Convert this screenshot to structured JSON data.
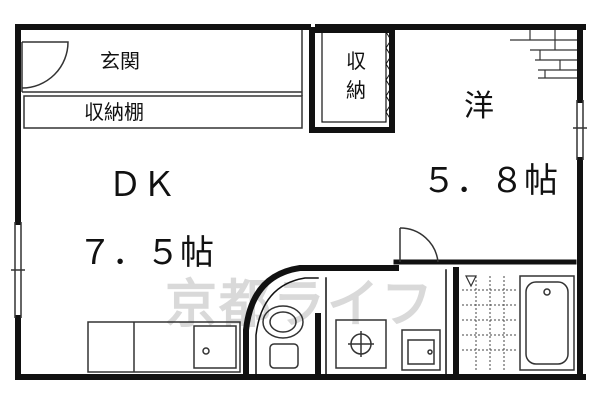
{
  "rooms": {
    "entrance": {
      "label": "玄関"
    },
    "shelf": {
      "label": "収納棚"
    },
    "closet": {
      "label_line1": "収",
      "label_line2": "納"
    },
    "western": {
      "label": "洋",
      "size": "５．８帖"
    },
    "dk": {
      "label": "ＤＫ",
      "size": "７．５帖"
    }
  },
  "watermark": {
    "text": "京都ライフ"
  },
  "colors": {
    "wall": "#111111",
    "line": "#333333",
    "watermark": "#d9d9d9"
  }
}
